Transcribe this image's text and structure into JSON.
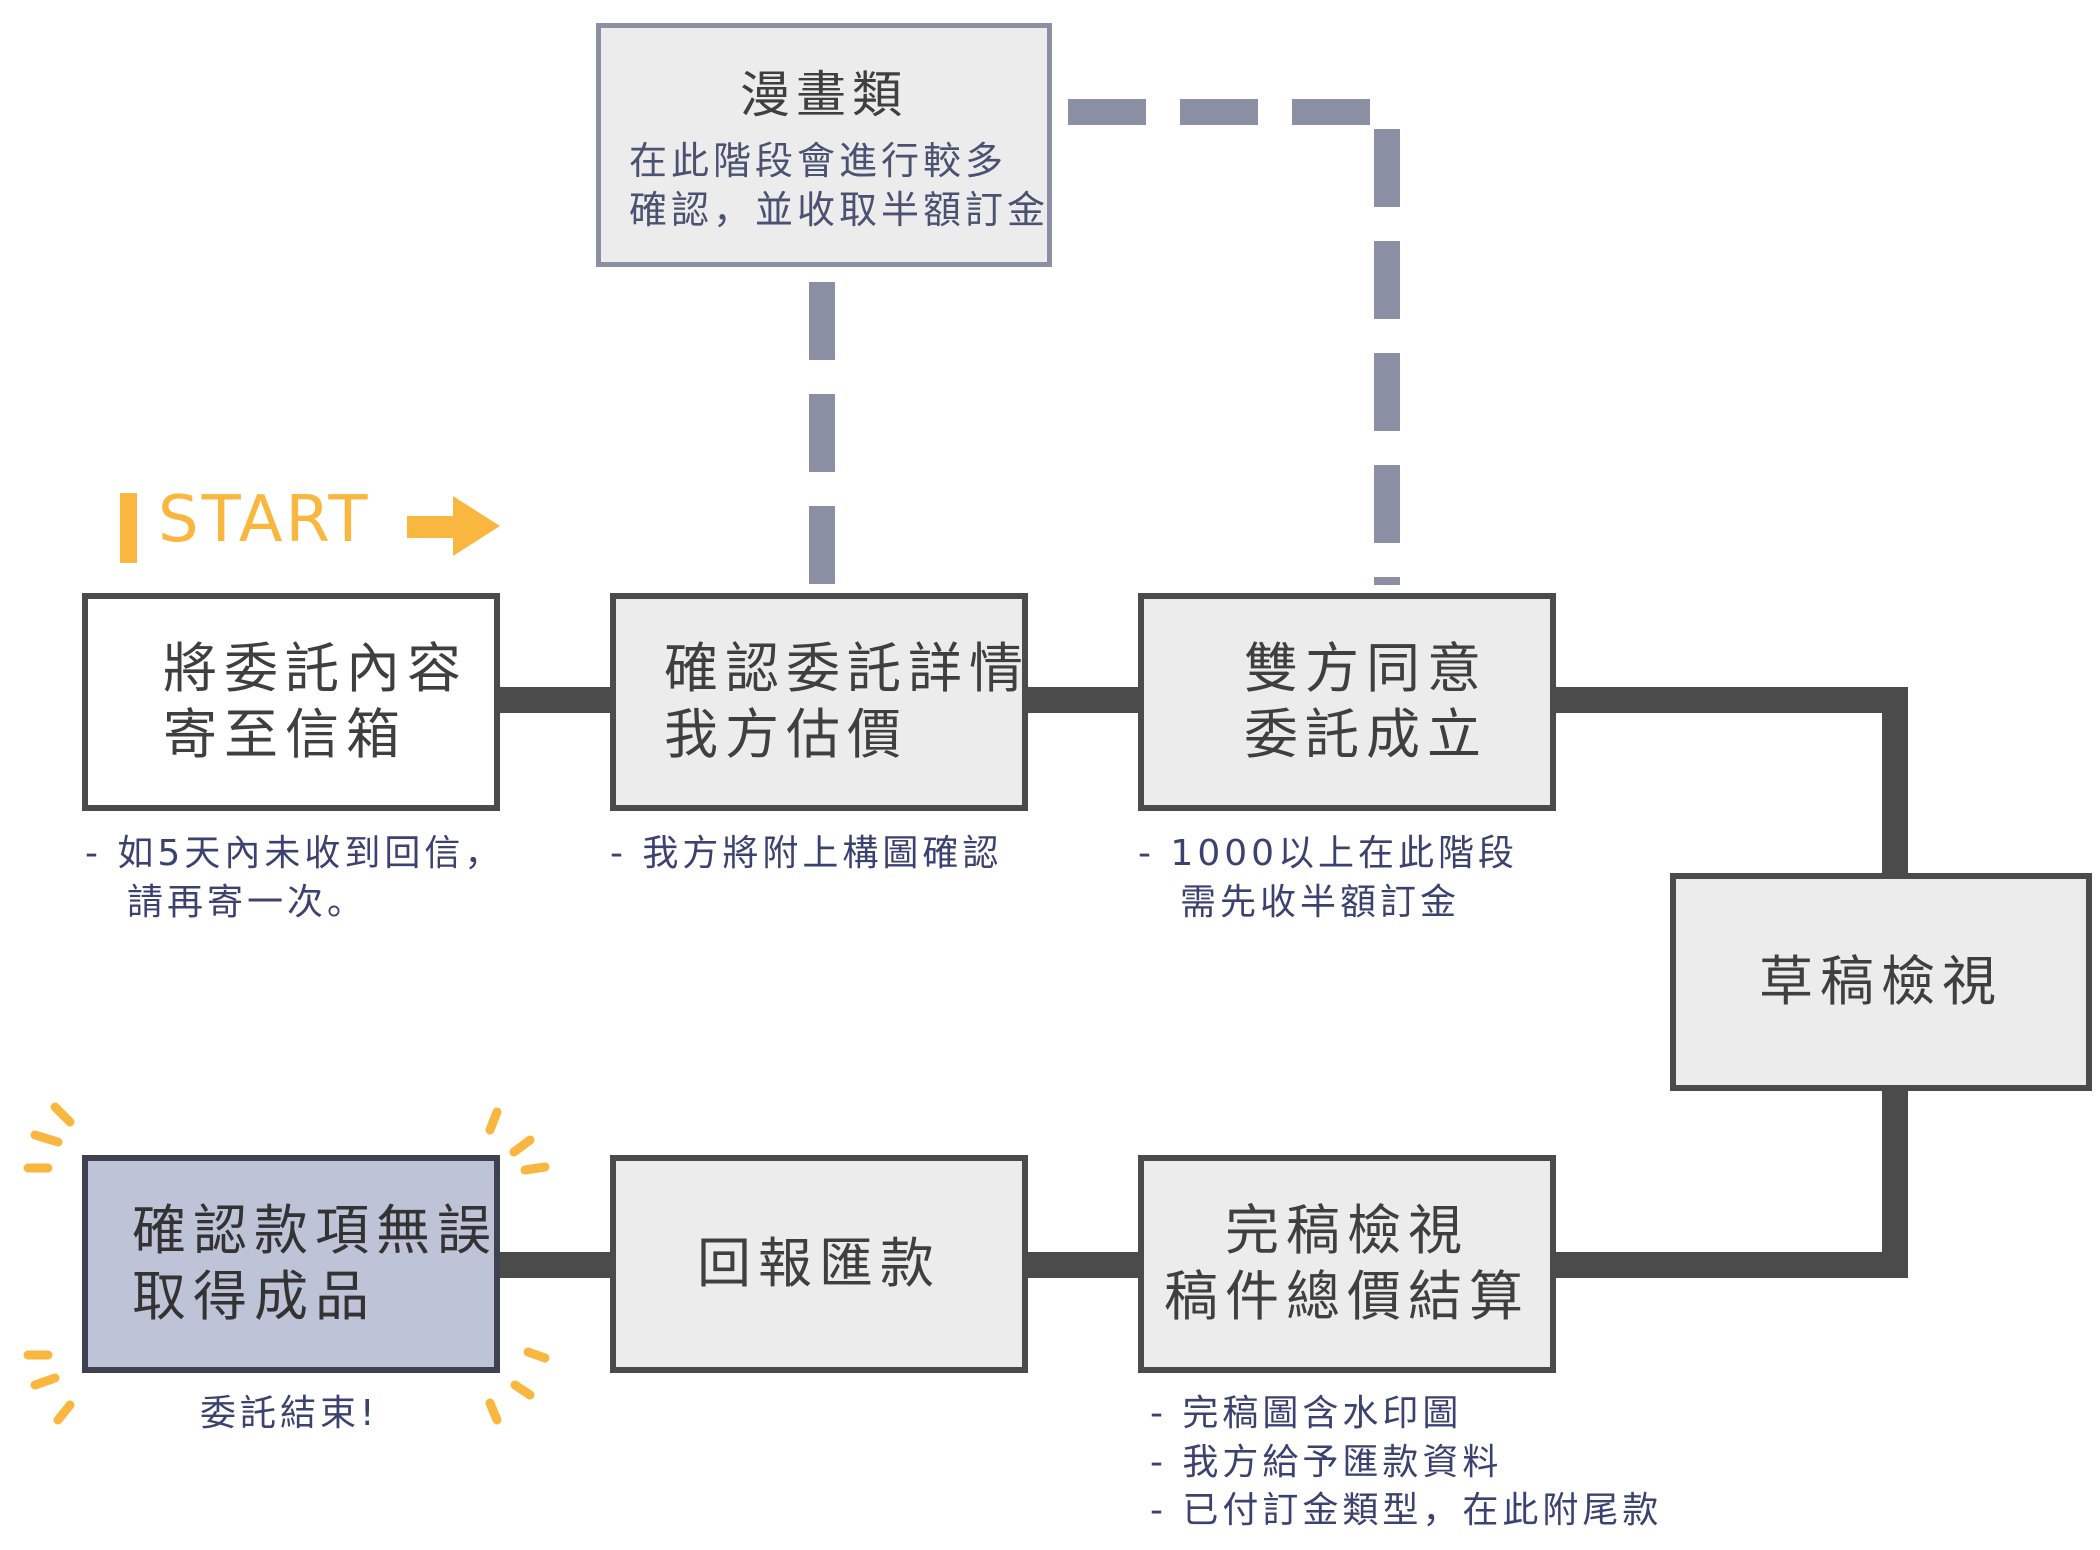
{
  "start_label": "START",
  "comic": {
    "title": "漫畫類",
    "desc": [
      "在此階段會進行較多",
      "確認，並收取半額訂金"
    ]
  },
  "steps": {
    "send": {
      "lines": [
        "將委託內容",
        "寄至信箱"
      ],
      "note": [
        "- 如5天內未收到回信，",
        "請再寄一次。"
      ]
    },
    "confirm": {
      "lines": [
        "確認委託詳情",
        "我方估價"
      ],
      "note": [
        "- 我方將附上構圖確認"
      ]
    },
    "agree": {
      "lines": [
        "雙方同意",
        "委託成立"
      ],
      "note": [
        "- 1000以上在此階段",
        "需先收半額訂金"
      ]
    },
    "draft": {
      "lines": [
        "草稿檢視"
      ]
    },
    "final_review": {
      "lines": [
        "完稿檢視",
        "稿件總價結算"
      ],
      "note": [
        "- 完稿圖含水印圖",
        "- 我方給予匯款資料",
        "- 已付訂金類型，在此附尾款"
      ]
    },
    "report": {
      "lines": [
        "回報匯款"
      ]
    },
    "complete": {
      "lines": [
        "確認款項無誤",
        "取得成品"
      ],
      "note": [
        "委託結束!"
      ]
    }
  },
  "colors": {
    "box_border": "#4b4b4b",
    "box_fill": "#ececec",
    "final_fill": "#bec3d8",
    "dashed": "#8a8fa3",
    "note_text": "#3b4270",
    "start": "#f9b73f"
  }
}
